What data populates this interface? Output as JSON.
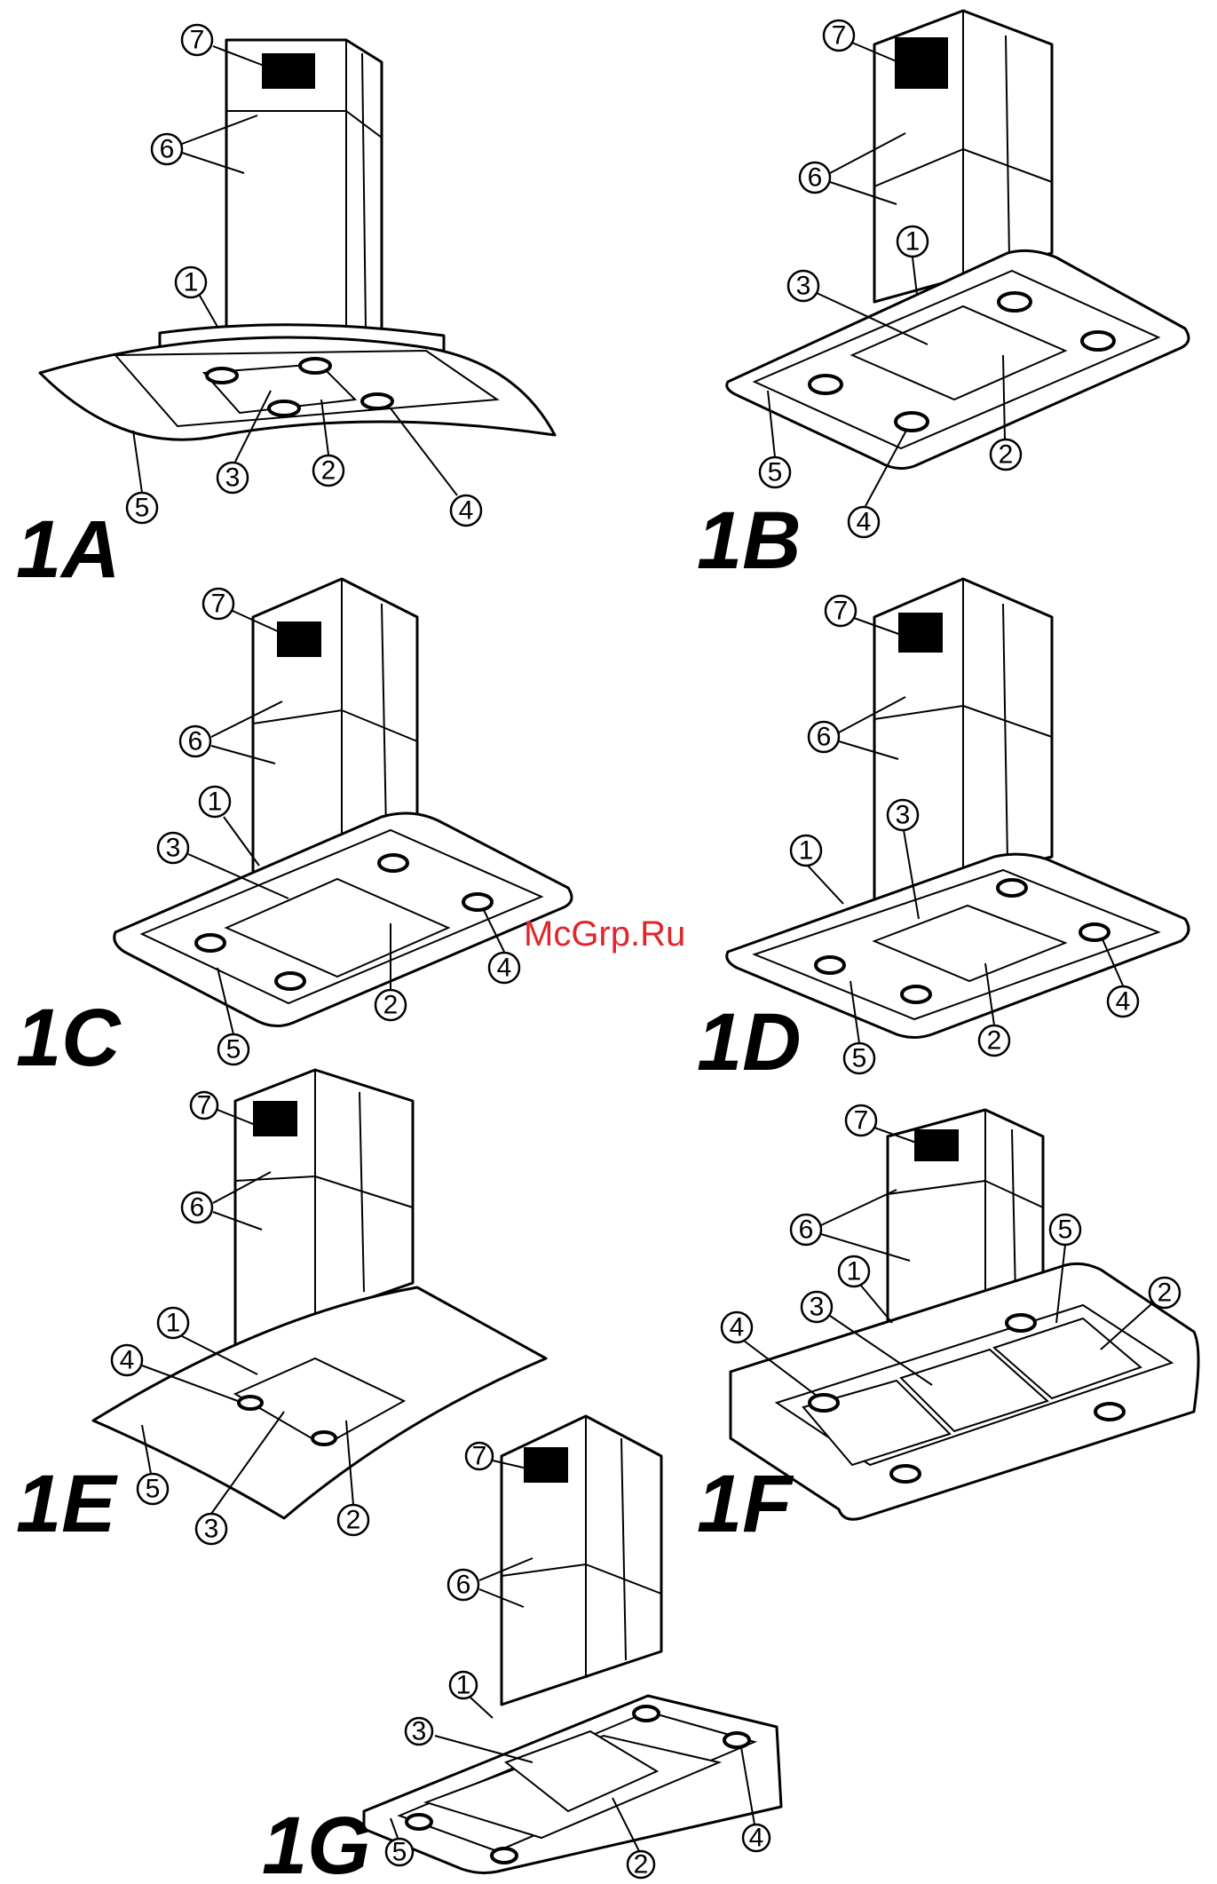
{
  "watermark": "McGrp.Ru",
  "figures": [
    {
      "id": "1A",
      "label": "1A",
      "callouts": [
        "⑦",
        "⑥",
        "①",
        "③",
        "②",
        "④",
        "⑤"
      ]
    },
    {
      "id": "1B",
      "label": "1B",
      "callouts": [
        "⑦",
        "⑥",
        "①",
        "③",
        "②",
        "④",
        "⑤"
      ]
    },
    {
      "id": "1C",
      "label": "1C",
      "callouts": [
        "⑦",
        "⑥",
        "①",
        "③",
        "②",
        "④",
        "⑤"
      ]
    },
    {
      "id": "1D",
      "label": "1D",
      "callouts": [
        "⑦",
        "⑥",
        "①",
        "③",
        "②",
        "④",
        "⑤"
      ]
    },
    {
      "id": "1E",
      "label": "1E",
      "callouts": [
        "⑦",
        "⑥",
        "①",
        "④",
        "③",
        "②",
        "⑤"
      ]
    },
    {
      "id": "1F",
      "label": "1F",
      "callouts": [
        "⑦",
        "⑥",
        "⑤",
        "①",
        "②",
        "③",
        "④"
      ]
    },
    {
      "id": "1G",
      "label": "1G",
      "callouts": [
        "⑦",
        "⑥",
        "①",
        "③",
        "②",
        "④",
        "⑤"
      ]
    }
  ],
  "callout_numbers": {
    "c1": "1",
    "c2": "2",
    "c3": "3",
    "c4": "4",
    "c5": "5",
    "c6": "6",
    "c7": "7"
  },
  "colors": {
    "line": "#000000",
    "background": "#ffffff",
    "watermark": "#e0262b"
  }
}
